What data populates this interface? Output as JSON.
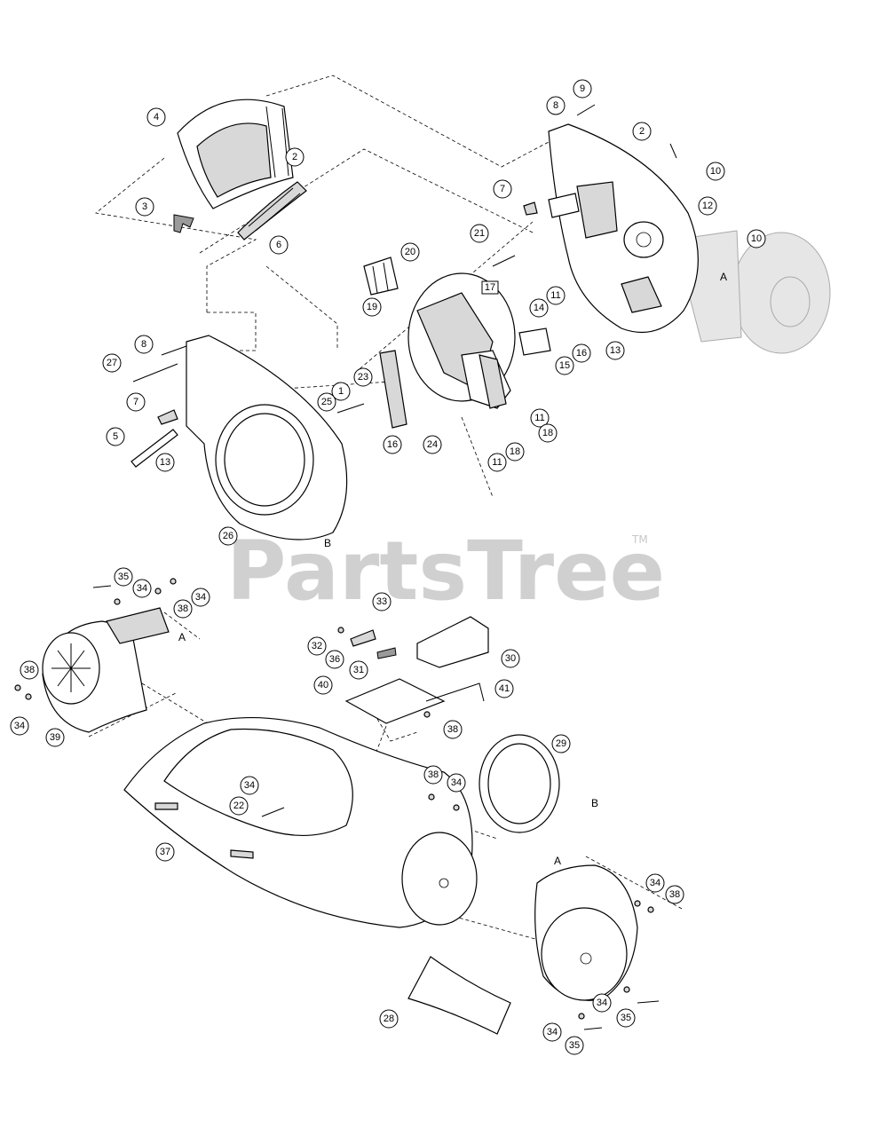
{
  "watermark": {
    "brand": "PartsTree",
    "trademark": "TM"
  },
  "reference_letters": {
    "a": "A",
    "b": "B"
  },
  "box_label": "17",
  "callout_labels": [
    "1",
    "2",
    "3",
    "4",
    "5",
    "6",
    "7",
    "8",
    "9",
    "10",
    "11",
    "12",
    "13",
    "14",
    "15",
    "16",
    "18",
    "19",
    "20",
    "21",
    "22",
    "23",
    "24",
    "25",
    "26",
    "27",
    "28",
    "29",
    "30",
    "31",
    "32",
    "33",
    "34",
    "35",
    "36",
    "37",
    "38",
    "39",
    "40",
    "41"
  ]
}
